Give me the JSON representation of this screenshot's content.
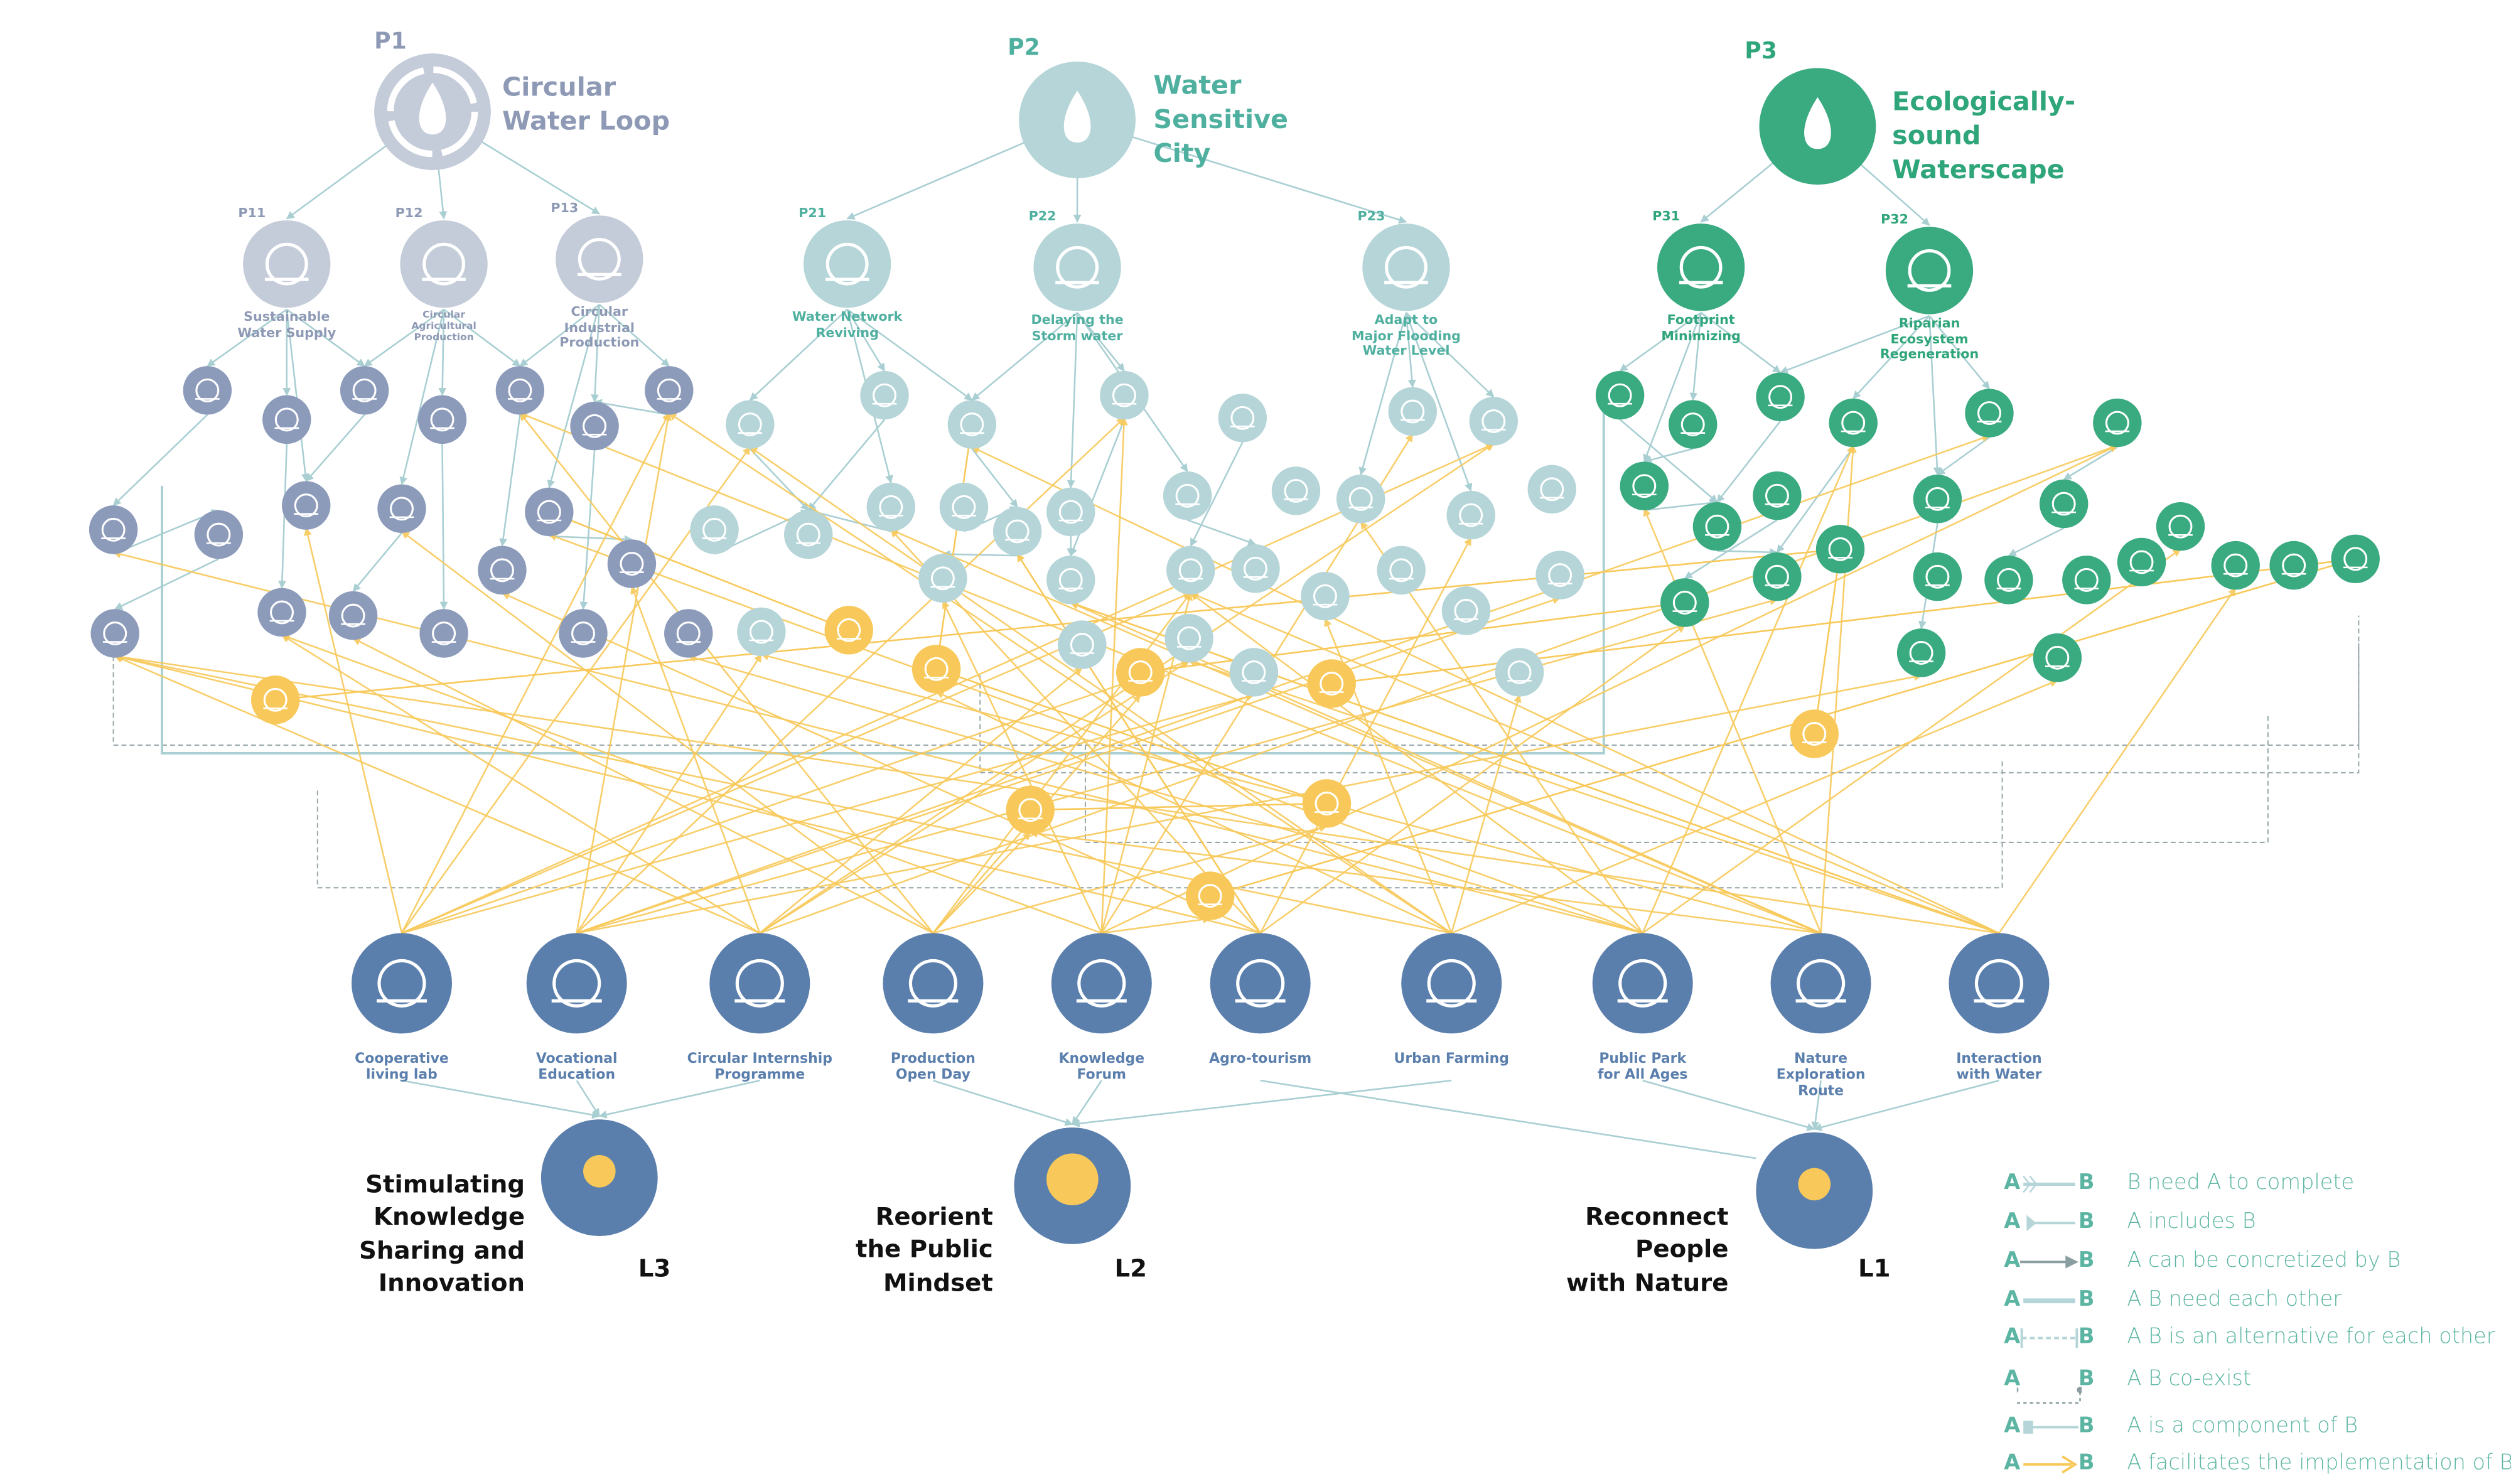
{
  "colors": {
    "p1": "#c5ccd9",
    "p1_text": "#8e9ab5",
    "p2": "#b5d5d8",
    "p2_text": "#4fb0a0",
    "p3": "#3aaa80",
    "p3_text": "#2fa57a",
    "yellow": "#f8c95a",
    "blue": "#5b7fad",
    "teal_line": "#a9cfd2",
    "legend": "#5bb5a2"
  },
  "principles": [
    {
      "id": "P1",
      "title": "Circular\nWater Loop"
    },
    {
      "id": "P2",
      "title": "Water\nSensitive\nCity"
    },
    {
      "id": "P3",
      "title": "Ecologically-\nsound\nWaterscape"
    }
  ],
  "sub_principles": [
    {
      "id": "P11",
      "label": "Sustainable\nWater Supply"
    },
    {
      "id": "P12",
      "label": "Circular\nAgricultural\nProduction"
    },
    {
      "id": "P13",
      "label": "Circular\nIndustrial\nProduction"
    },
    {
      "id": "P21",
      "label": "Water Network\nReviving"
    },
    {
      "id": "P22",
      "label": "Delaying the\nStorm water"
    },
    {
      "id": "P23",
      "label": "Adapt to\nMajor Flooding\nWater Level"
    },
    {
      "id": "P31",
      "label": "Footprint\nMinimizing"
    },
    {
      "id": "P32",
      "label": "Riparian\nEcosystem\nRegeneration"
    }
  ],
  "activities": [
    {
      "label": "Cooperative\nliving lab"
    },
    {
      "label": "Vocational\nEducation"
    },
    {
      "label": "Circular Internship\nProgramme"
    },
    {
      "label": "Production\nOpen Day"
    },
    {
      "label": "Knowledge\nForum"
    },
    {
      "label": "Agro-tourism"
    },
    {
      "label": "Urban Farming"
    },
    {
      "label": "Public Park\nfor All Ages"
    },
    {
      "label": "Nature\nExploration\nRoute"
    },
    {
      "label": "Interaction\nwith Water"
    }
  ],
  "goals": [
    {
      "id": "L3",
      "title": "Stimulating\nKnowledge\nSharing and\nInnovation",
      "icon": "lightbulb-icon"
    },
    {
      "id": "L2",
      "title": "Reorient\nthe Public\nMindset",
      "icon": "head-cloud-icon"
    },
    {
      "id": "L1",
      "title": "Reconnect\nPeople\nwith Nature",
      "icon": "eye-icon"
    }
  ],
  "legend": {
    "a": "A",
    "b": "B",
    "items": [
      {
        "type": "need-to-complete",
        "text": "B need A to complete"
      },
      {
        "type": "includes",
        "text": "A includes B"
      },
      {
        "type": "concretized",
        "text": "A can be concretized by B"
      },
      {
        "type": "need-each-other",
        "text": "A B need each other"
      },
      {
        "type": "alternative",
        "text": "A B is an alternative for each other"
      },
      {
        "type": "co-exist",
        "text": "A B co-exist"
      },
      {
        "type": "component",
        "text": "A is a component of B"
      },
      {
        "type": "facilitates",
        "text": "A facilitates the implementation of B"
      }
    ]
  }
}
